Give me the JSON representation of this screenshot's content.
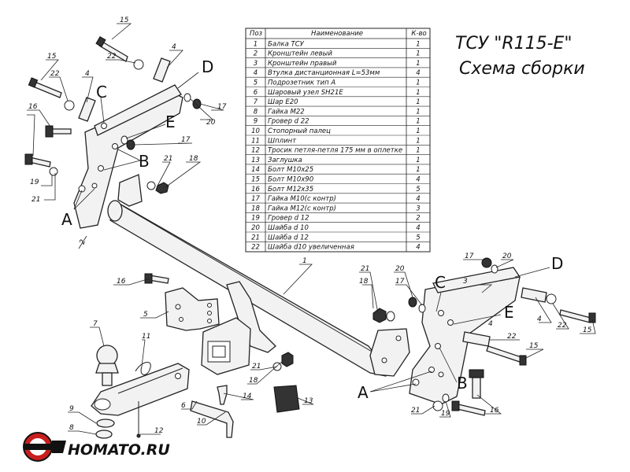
{
  "title": {
    "line1": "ТСУ \"R115-E\"",
    "line2": "Схема сборки"
  },
  "table": {
    "headers": {
      "pos": "Поз",
      "name": "Наименование",
      "qty": "К-во"
    },
    "rows": [
      {
        "pos": "1",
        "name": "Балка ТСУ",
        "qty": "1"
      },
      {
        "pos": "2",
        "name": "Кронштейн левый",
        "qty": "1"
      },
      {
        "pos": "3",
        "name": "Кронштейн правый",
        "qty": "1"
      },
      {
        "pos": "4",
        "name": "Втулка дистанционная L=53мм",
        "qty": "4"
      },
      {
        "pos": "5",
        "name": "Подрозетник тип А",
        "qty": "1"
      },
      {
        "pos": "6",
        "name": "Шаровый узел SH21E",
        "qty": "1"
      },
      {
        "pos": "7",
        "name": "Шар Е20",
        "qty": "1"
      },
      {
        "pos": "8",
        "name": "Гайка М22",
        "qty": "1"
      },
      {
        "pos": "9",
        "name": "Гровер d 22",
        "qty": "1"
      },
      {
        "pos": "10",
        "name": "Стопорный палец",
        "qty": "1"
      },
      {
        "pos": "11",
        "name": "Шплинт",
        "qty": "1"
      },
      {
        "pos": "12",
        "name": "Тросик петля-петля 175 мм в оплетке",
        "qty": "1"
      },
      {
        "pos": "13",
        "name": "Заглушка",
        "qty": "1"
      },
      {
        "pos": "14",
        "name": "Болт М10х25",
        "qty": "1"
      },
      {
        "pos": "15",
        "name": "Болт  М10х90",
        "qty": "4"
      },
      {
        "pos": "16",
        "name": "Болт М12х35",
        "qty": "5"
      },
      {
        "pos": "17",
        "name": "Гайка М10(с контр)",
        "qty": "4"
      },
      {
        "pos": "18",
        "name": "Гайка М12(с контр)",
        "qty": "3"
      },
      {
        "pos": "19",
        "name": "Гровер d 12",
        "qty": "2"
      },
      {
        "pos": "20",
        "name": "Шайба d 10",
        "qty": "4"
      },
      {
        "pos": "21",
        "name": "Шайба d 12",
        "qty": "5"
      },
      {
        "pos": "22",
        "name": "Шайба d10 увеличенная",
        "qty": "4"
      }
    ]
  },
  "letters": {
    "a": "A",
    "b": "B",
    "c": "C",
    "d": "D",
    "e": "E"
  },
  "numbers": {
    "n1": "1",
    "n2": "2",
    "n3": "3",
    "n4": "4",
    "n5": "5",
    "n6": "6",
    "n7": "7",
    "n8": "8",
    "n9": "9",
    "n10": "10",
    "n11": "11",
    "n12": "12",
    "n13": "13",
    "n14": "14",
    "n15": "15",
    "n16": "16",
    "n17": "17",
    "n18": "18",
    "n19": "19",
    "n20": "20",
    "n21": "21",
    "n22": "22"
  },
  "logo": {
    "text": "HOMATO.RU"
  }
}
